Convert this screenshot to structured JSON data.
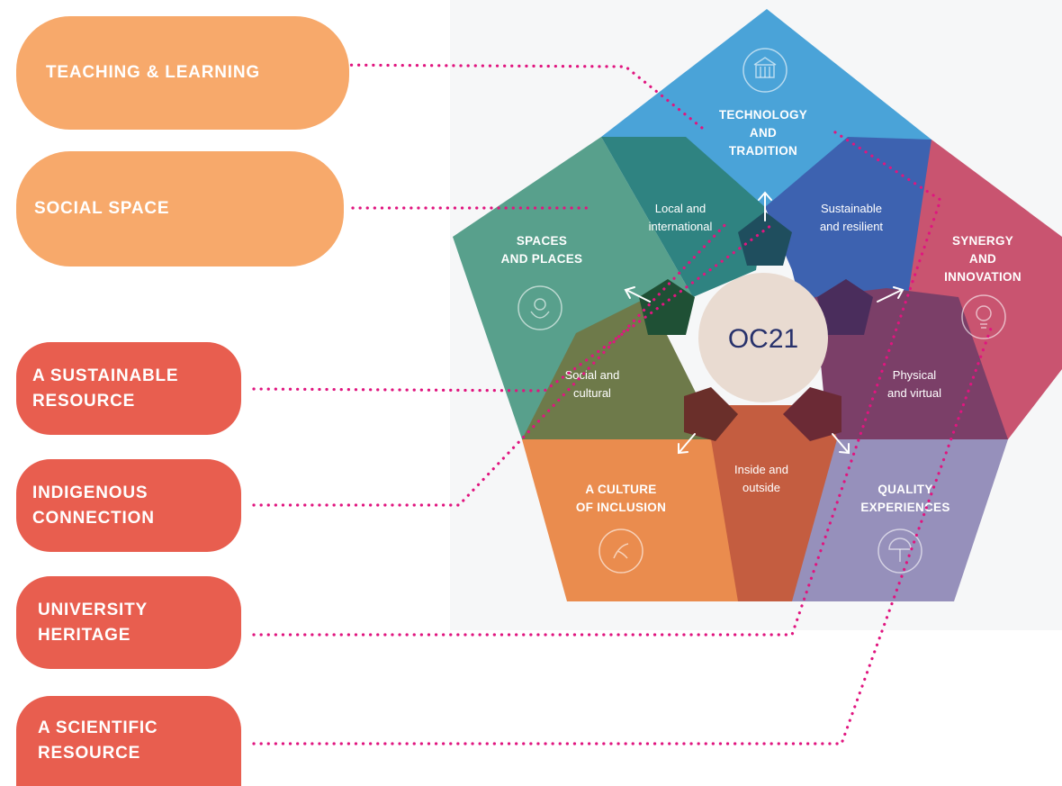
{
  "pills": {
    "teaching": "TEACHING & LEARNING",
    "social_space": "SOCIAL SPACE",
    "sustainable_resource": "A SUSTAINABLE\nRESOURCE",
    "indigenous": "INDIGENOUS\nCONNECTION",
    "heritage": "UNIVERSITY\nHERITAGE",
    "scientific": "A SCIENTIFIC\nRESOURCE"
  },
  "diagram": {
    "center": "OC21",
    "areas": {
      "technology": [
        "TECHNOLOGY",
        "AND",
        "TRADITION"
      ],
      "synergy": [
        "SYNERGY",
        "AND",
        "INNOVATION"
      ],
      "quality": [
        "QUALITY",
        "EXPERIENCES"
      ],
      "culture": [
        "A CULTURE",
        "OF INCLUSION"
      ],
      "spaces": [
        "SPACES",
        "AND PLACES"
      ]
    },
    "segments": {
      "local": [
        "Local and",
        "international"
      ],
      "sustainable": [
        "Sustainable",
        "and resilient"
      ],
      "physical": [
        "Physical",
        "and virtual"
      ],
      "inside": [
        "Inside and",
        "outside"
      ],
      "social": [
        "Social and",
        "cultural"
      ]
    }
  },
  "colors": {
    "orange_pill": "#f7a96b",
    "red_pill": "#e85e4f",
    "dotted_line": "#e0157f",
    "tech": "#4aa3d8",
    "synergy": "#c95470",
    "quality": "#9690bb",
    "culture": "#ea8c4e",
    "spaces": "#58a08c"
  },
  "icons": [
    "building-icon",
    "lightbulb-icon",
    "umbrella-icon",
    "hand-icon",
    "flower-icon"
  ]
}
